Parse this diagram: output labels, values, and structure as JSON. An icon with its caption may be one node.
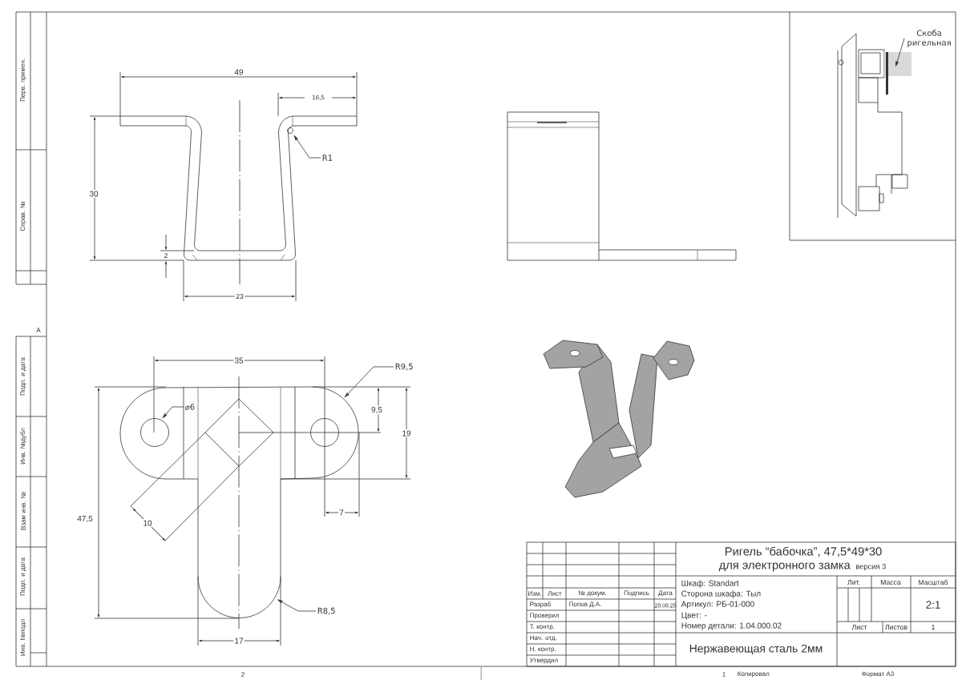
{
  "diagram": {
    "nodes": [
      {
        "text": [
          "R1"
        ]
      },
      {
        "text": [
          "⌀6"
        ]
      },
      {
        "text": [
          "R9,5"
        ]
      },
      {
        "text": [
          "R8,5"
        ]
      },
      {
        "text": [
          "Скоба ригельная"
        ]
      }
    ],
    "edges": [
      {
        "from": 0,
        "to": null,
        "arrow": "to"
      },
      {
        "from": 1,
        "to": null,
        "arrow": "to"
      },
      {
        "from": 2,
        "to": null,
        "arrow": "to"
      },
      {
        "from": 3,
        "to": null,
        "arrow": "to"
      },
      {
        "from": 4,
        "to": null,
        "arrow": "to"
      }
    ],
    "labels": [
      "Перв. примен.",
      "Справ. №",
      "A",
      "Подп. и дата",
      "Инв. №дубл",
      "Взам инв. №",
      "Подп. и дата",
      "Инв. №подл",
      "49",
      "16,5",
      "30",
      "2",
      "23",
      "35",
      "9,5",
      "19",
      "47,5",
      "10",
      "7",
      "17",
      "Ригель “бабочка”, 47,5*49*30",
      "для электронного замка",
      "версия 3",
      "Шкаф: Standart",
      "Изм.",
      "Лист",
      "№ докум.",
      "Подпись",
      "Дата",
      "Сторона шкафа: Тыл",
      "Лит.",
      "Масса",
      "Масштаб",
      "Разраб",
      "Попов Д.А.",
      "28.08.25",
      "Артикул: РБ-01-000",
      "2:1",
      "Проверил",
      "Цвет: -",
      "Т. контр.",
      "Номер детали: 1.04.000.02",
      "Лист",
      "Листов",
      "1",
      "Нач. отд.",
      "Нержавеющая сталь 2мм",
      "Н. контр.",
      "Утвердил",
      "2",
      "1",
      "Копировал",
      "Формат А3"
    ]
  }
}
